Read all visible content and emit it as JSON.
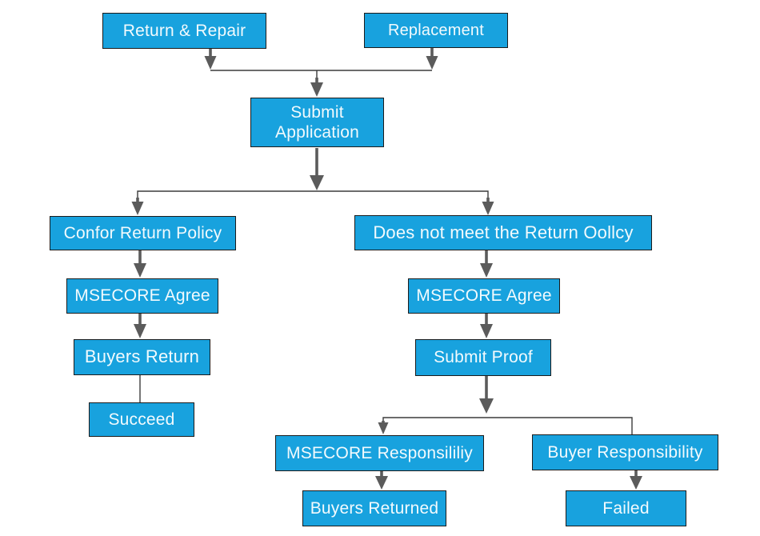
{
  "colors": {
    "box_fill": "#18A2DE",
    "box_border": "#1b1b1b",
    "arrow": "#5B5B5B",
    "line": "#3c3c3c",
    "text": "#F2FAFD",
    "bg": "#ffffff"
  },
  "diagram": {
    "type": "flowchart",
    "nodes": [
      {
        "id": "return-repair",
        "label": "Return & Repair"
      },
      {
        "id": "replacement",
        "label": "Replacement"
      },
      {
        "id": "submit-application",
        "label": "Submit Application"
      },
      {
        "id": "confor-return-policy",
        "label": "Confor Return Policy"
      },
      {
        "id": "does-not-meet-policy",
        "label": "Does not meet the Return Oollcy"
      },
      {
        "id": "msecore-agree-left",
        "label": "MSECORE Agree"
      },
      {
        "id": "msecore-agree-right",
        "label": "MSECORE Agree"
      },
      {
        "id": "buyers-return",
        "label": "Buyers Return"
      },
      {
        "id": "succeed",
        "label": "Succeed"
      },
      {
        "id": "submit-proof",
        "label": "Submit Proof"
      },
      {
        "id": "msecore-responsibility",
        "label": "MSECORE Responsililiy"
      },
      {
        "id": "buyer-responsibility",
        "label": "Buyer Responsibility"
      },
      {
        "id": "buyers-returned",
        "label": "Buyers Returned"
      },
      {
        "id": "failed",
        "label": "Failed"
      }
    ],
    "edges": [
      {
        "from": "return-repair",
        "to": "submit-application",
        "style": "arrow"
      },
      {
        "from": "replacement",
        "to": "submit-application",
        "style": "arrow"
      },
      {
        "from": "submit-application",
        "to": "confor-return-policy",
        "style": "arrow"
      },
      {
        "from": "submit-application",
        "to": "does-not-meet-policy",
        "style": "arrow"
      },
      {
        "from": "confor-return-policy",
        "to": "msecore-agree-left",
        "style": "arrow"
      },
      {
        "from": "msecore-agree-left",
        "to": "buyers-return",
        "style": "arrow"
      },
      {
        "from": "buyers-return",
        "to": "succeed",
        "style": "line"
      },
      {
        "from": "does-not-meet-policy",
        "to": "msecore-agree-right",
        "style": "arrow"
      },
      {
        "from": "msecore-agree-right",
        "to": "submit-proof",
        "style": "arrow"
      },
      {
        "from": "submit-proof",
        "to": "msecore-responsibility",
        "style": "arrow"
      },
      {
        "from": "submit-proof",
        "to": "buyer-responsibility",
        "style": "line"
      },
      {
        "from": "msecore-responsibility",
        "to": "buyers-returned",
        "style": "arrow"
      },
      {
        "from": "buyer-responsibility",
        "to": "failed",
        "style": "arrow"
      }
    ]
  }
}
